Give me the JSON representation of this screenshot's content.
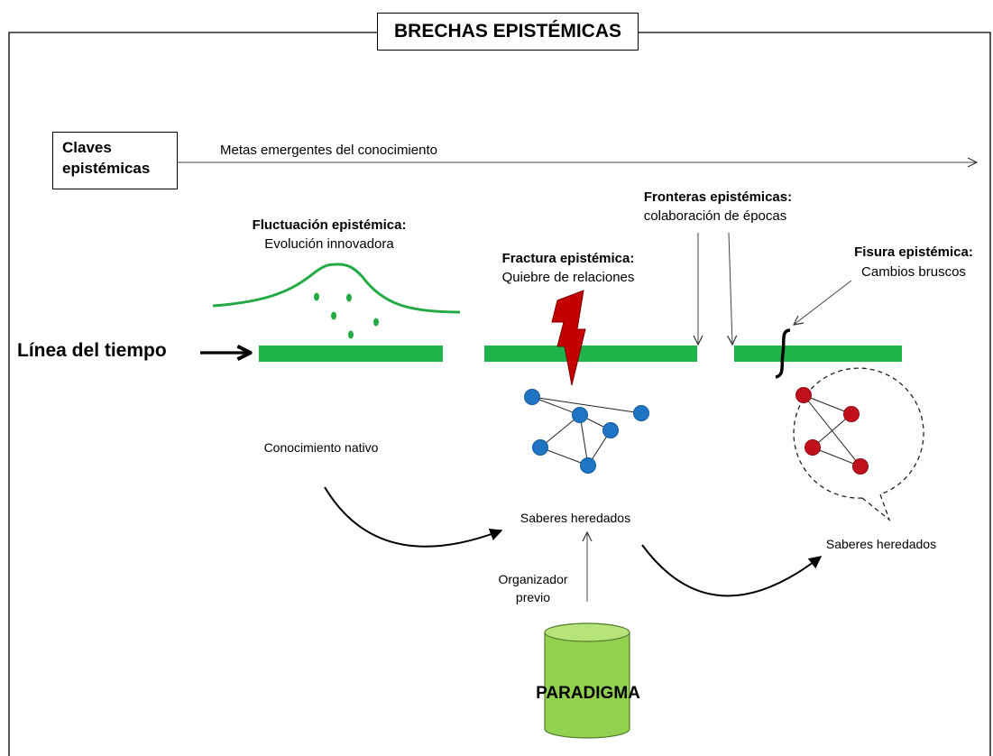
{
  "title": "BRECHAS EPISTÉMICAS",
  "claves": "Claves\nepistémicas",
  "metas": "Metas emergentes del conocimiento",
  "linea_tiempo": "Línea del tiempo",
  "fluctuacion": {
    "title": "Fluctuación epistémica:",
    "subtitle": "Evolución innovadora"
  },
  "fractura": {
    "title": "Fractura epistémica:",
    "subtitle": "Quiebre de relaciones"
  },
  "fronteras": {
    "title": "Fronteras epistémicas:",
    "subtitle": "colaboración de épocas"
  },
  "fisura": {
    "title": "Fisura epistémica:",
    "subtitle": "Cambios bruscos"
  },
  "conocimiento_nativo": "Conocimiento nativo",
  "saberes_1": "Saberes heredados",
  "saberes_2": "Saberes heredados",
  "organizador_1": "Organizador",
  "organizador_2": "previo",
  "paradigma": "PARADIGMA",
  "colors": {
    "green_bar": "#1fb44a",
    "green_curve": "#22aa44",
    "blue_node": "#1f74c4",
    "red_node": "#c0101e",
    "lightning": "#c40000",
    "cylinder_body": "#92d050",
    "cylinder_top": "#b6e37a"
  }
}
